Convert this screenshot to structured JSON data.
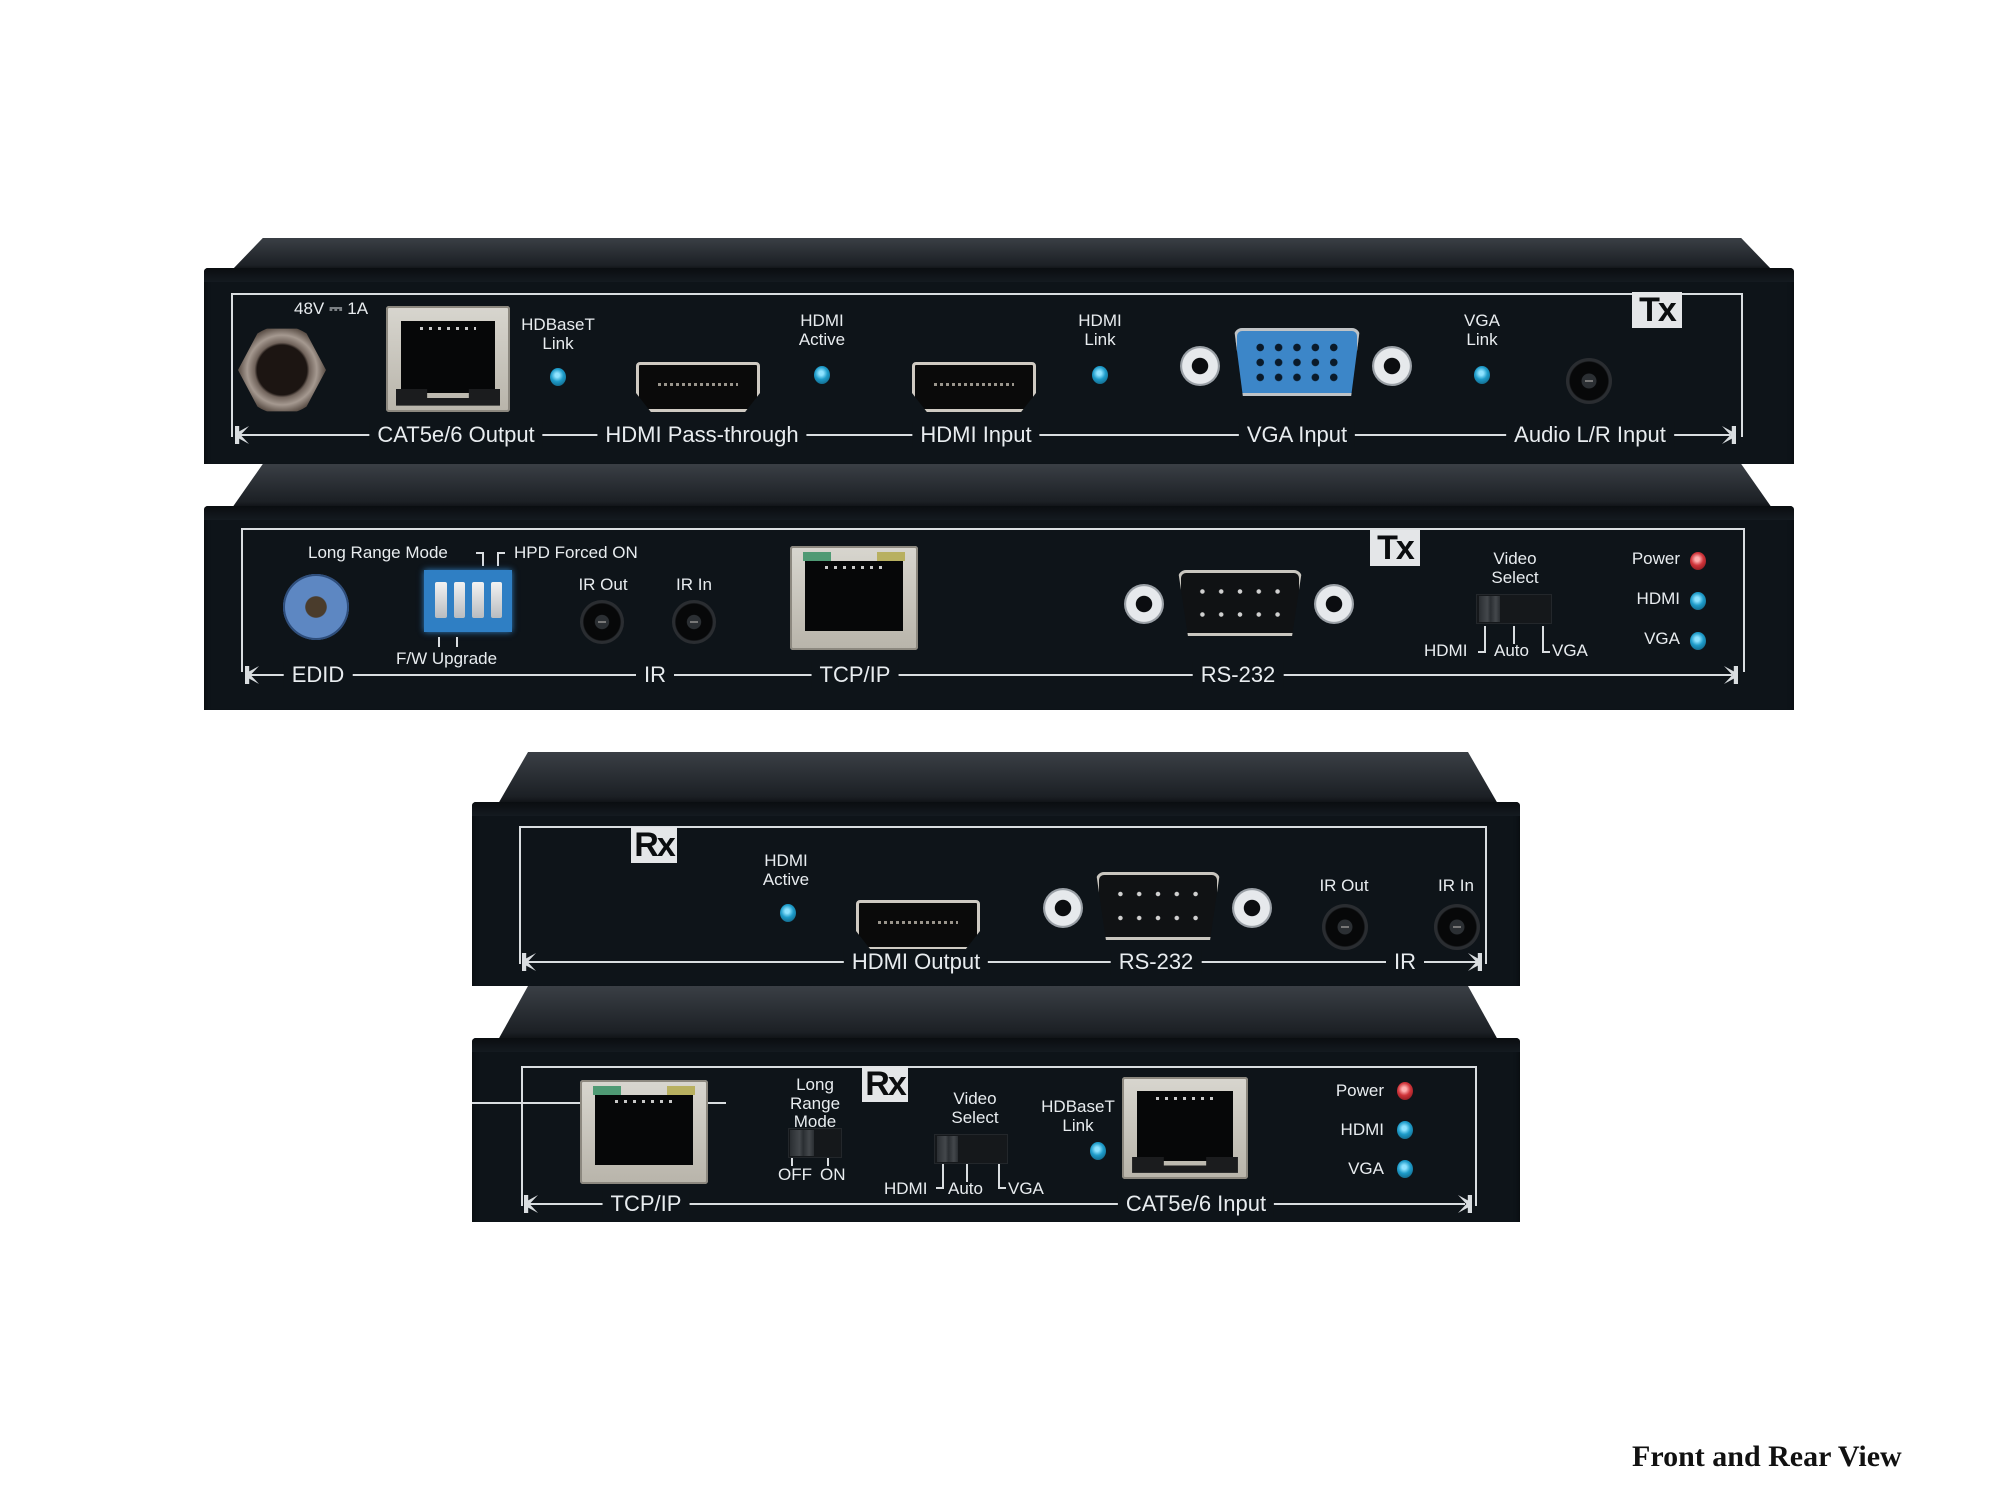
{
  "caption": "Front and Rear View",
  "tx_front": {
    "logo": "Tx",
    "power_rating": "48V ⎓ 1A",
    "indicators": {
      "hdbaset_link": [
        "HDBaseT",
        "Link"
      ],
      "hdmi_active": [
        "HDMI",
        "Active"
      ],
      "hdmi_link": [
        "HDMI",
        "Link"
      ],
      "vga_link": [
        "VGA",
        "Link"
      ]
    },
    "sections": [
      "CAT5e/6 Output",
      "HDMI Pass-through",
      "HDMI Input",
      "VGA Input",
      "Audio L/R Input"
    ]
  },
  "tx_rear": {
    "logo": "Tx",
    "dip_labels": {
      "long_range_mode": "Long Range Mode",
      "hpd_forced_on": "HPD Forced ON",
      "fw_upgrade": "F/W Upgrade"
    },
    "ir_out": "IR Out",
    "ir_in": "IR In",
    "video_select": [
      "Video",
      "Select"
    ],
    "video_select_options": [
      "HDMI",
      "Auto",
      "VGA"
    ],
    "status_leds": [
      {
        "label": "Power",
        "color": "#d0343a"
      },
      {
        "label": "HDMI",
        "color": "#1d9bc9"
      },
      {
        "label": "VGA",
        "color": "#1d9bc9"
      }
    ],
    "sections": [
      "EDID",
      "IR",
      "TCP/IP",
      "RS-232"
    ]
  },
  "rx_front": {
    "logo": "Rx",
    "hdmi_active": [
      "HDMI",
      "Active"
    ],
    "ir_out": "IR Out",
    "ir_in": "IR In",
    "sections": [
      "HDMI Output",
      "RS-232",
      "IR"
    ]
  },
  "rx_rear": {
    "logo": "Rx",
    "long_range_mode": [
      "Long",
      "Range",
      "Mode"
    ],
    "long_range_options": [
      "OFF",
      "ON"
    ],
    "video_select": [
      "Video",
      "Select"
    ],
    "video_select_options": [
      "HDMI",
      "Auto",
      "VGA"
    ],
    "hdbaset_link": [
      "HDBaseT",
      "Link"
    ],
    "status_leds": [
      {
        "label": "Power",
        "color": "#d0343a"
      },
      {
        "label": "HDMI",
        "color": "#1d9bc9"
      },
      {
        "label": "VGA",
        "color": "#1d9bc9"
      }
    ],
    "sections": [
      "TCP/IP",
      "CAT5e/6 Input"
    ]
  }
}
